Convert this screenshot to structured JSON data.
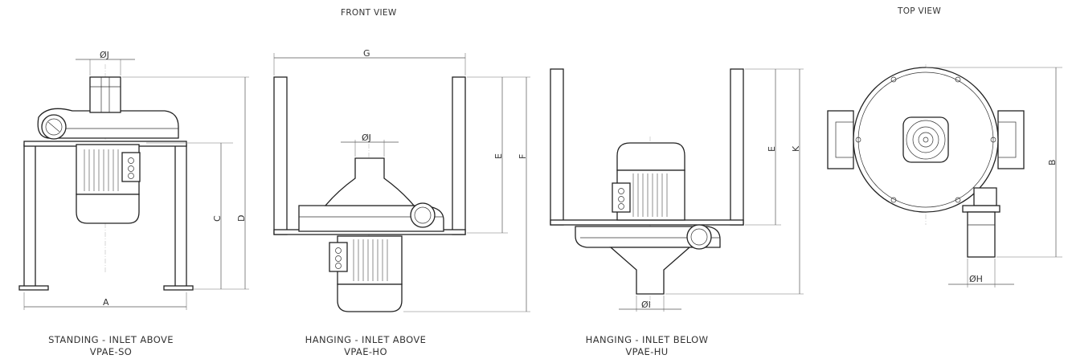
{
  "headers": {
    "front": "FRONT VIEW",
    "top": "TOP VIEW"
  },
  "captions": [
    {
      "line1": "STANDING - INLET ABOVE",
      "line2": "VPAE-SO"
    },
    {
      "line1": "HANGING - INLET ABOVE",
      "line2": "VPAE-HO"
    },
    {
      "line1": "HANGING - INLET BELOW",
      "line2": "VPAE-HU"
    }
  ],
  "dims": {
    "a": "A",
    "b": "B",
    "c": "C",
    "d": "D",
    "e": "E",
    "f": "F",
    "g": "G",
    "k": "K",
    "j": "ØJ",
    "i": "ØI",
    "h": "ØH"
  }
}
